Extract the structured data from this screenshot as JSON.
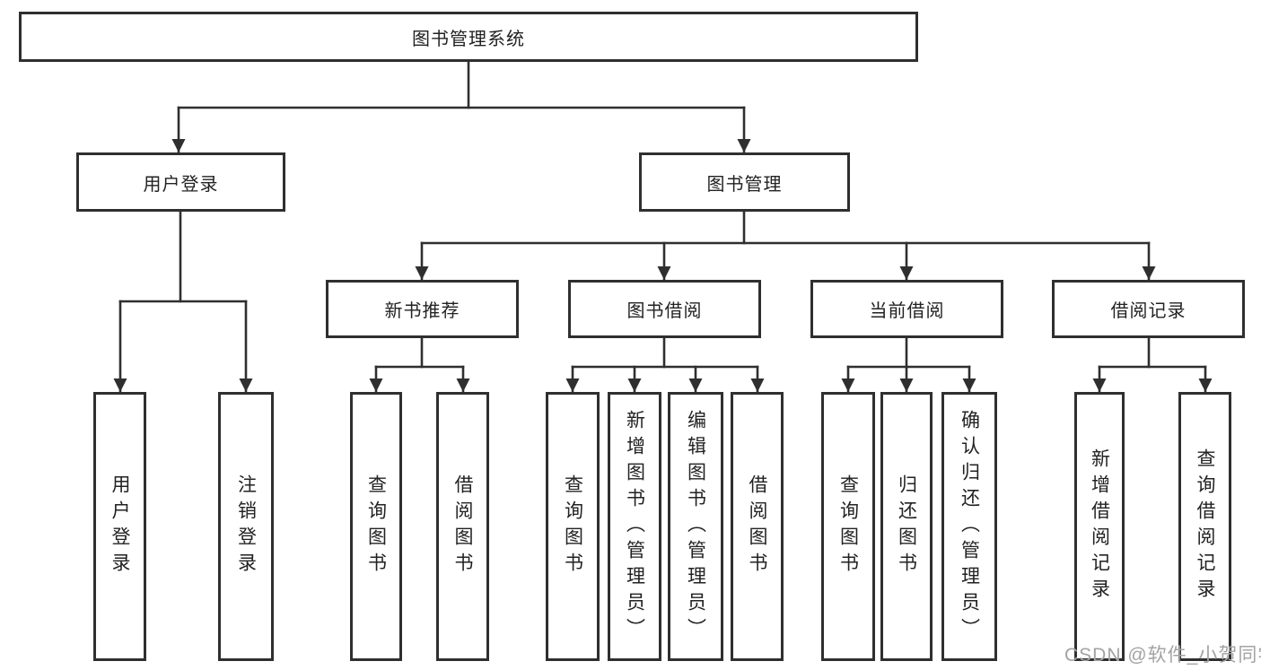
{
  "root": {
    "label": "图书管理系统"
  },
  "level2": [
    {
      "label": "用户登录"
    },
    {
      "label": "图书管理"
    }
  ],
  "level3": [
    {
      "label": "新书推荐"
    },
    {
      "label": "图书借阅"
    },
    {
      "label": "当前借阅"
    },
    {
      "label": "借阅记录"
    }
  ],
  "leaves": {
    "user_login": [
      {
        "label": "用户登录"
      },
      {
        "label": "注销登录"
      }
    ],
    "new_book": [
      {
        "label": "查询图书"
      },
      {
        "label": "借阅图书"
      }
    ],
    "book_borrow": [
      {
        "label": "查询图书"
      },
      {
        "label": "新增图书（管理员）"
      },
      {
        "label": "编辑图书（管理员）"
      },
      {
        "label": "借阅图书"
      }
    ],
    "current_borrow": [
      {
        "label": "查询图书"
      },
      {
        "label": "归还图书"
      },
      {
        "label": "确认归还（管理员）"
      }
    ],
    "borrow_records": [
      {
        "label": "新增借阅记录"
      },
      {
        "label": "查询借阅记录"
      }
    ]
  },
  "watermark": "CSDN @软件_小贺同学",
  "colors": {
    "line": "#2f2f2f",
    "text": "#222222",
    "box_bg": "#ffffff",
    "watermark": "#a3a3a3"
  }
}
